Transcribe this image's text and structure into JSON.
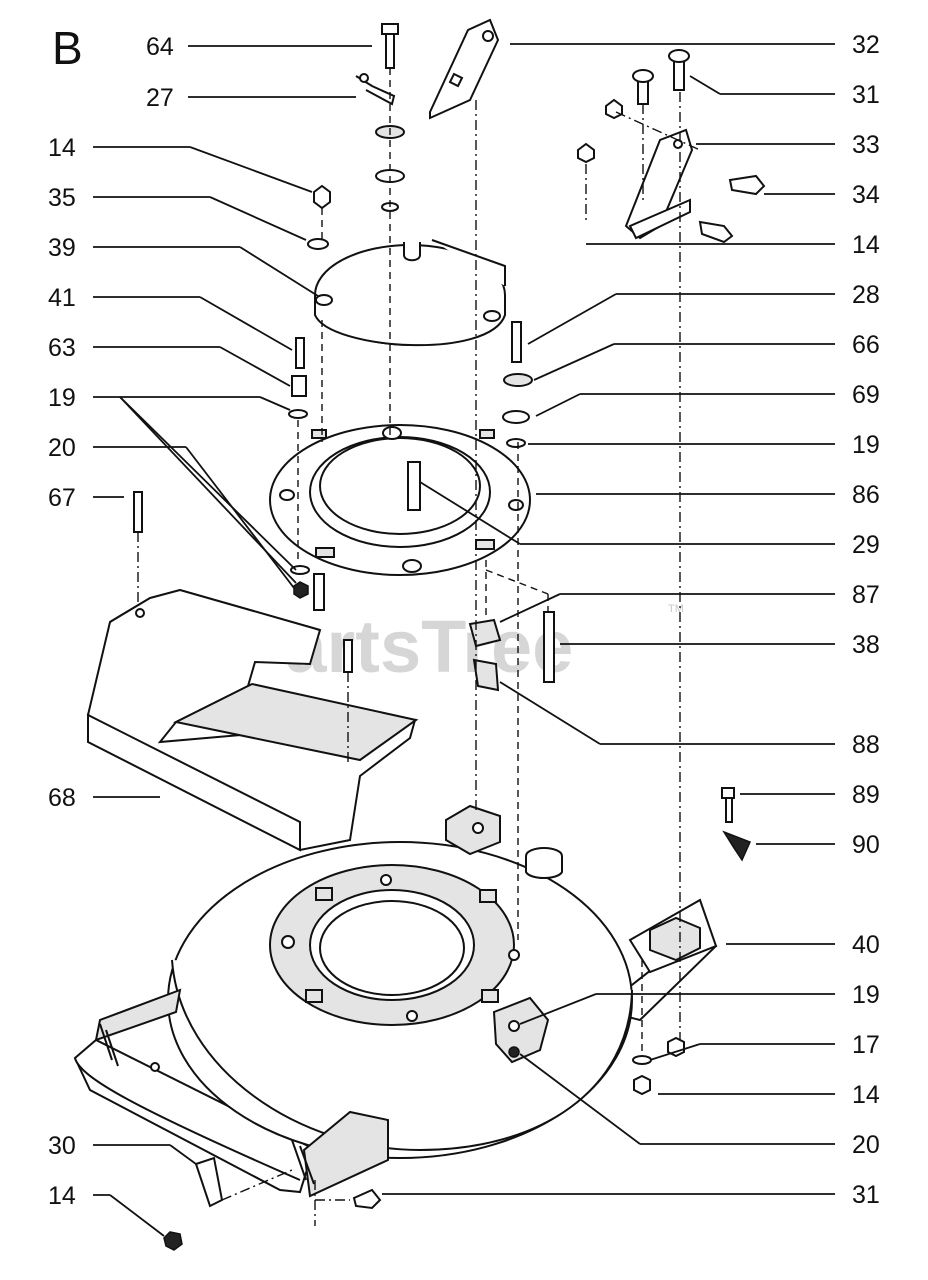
{
  "section_letter": "B",
  "watermark": "PartsTree",
  "watermark_tm": "TM",
  "left_callouts": [
    "64",
    "27",
    "14",
    "35",
    "39",
    "41",
    "63",
    "19",
    "20",
    "67",
    "68",
    "30",
    "14"
  ],
  "right_callouts": [
    "32",
    "31",
    "33",
    "34",
    "14",
    "28",
    "66",
    "69",
    "19",
    "86",
    "29",
    "87",
    "38",
    "88",
    "89",
    "90",
    "40",
    "19",
    "17",
    "14",
    "20",
    "31"
  ]
}
